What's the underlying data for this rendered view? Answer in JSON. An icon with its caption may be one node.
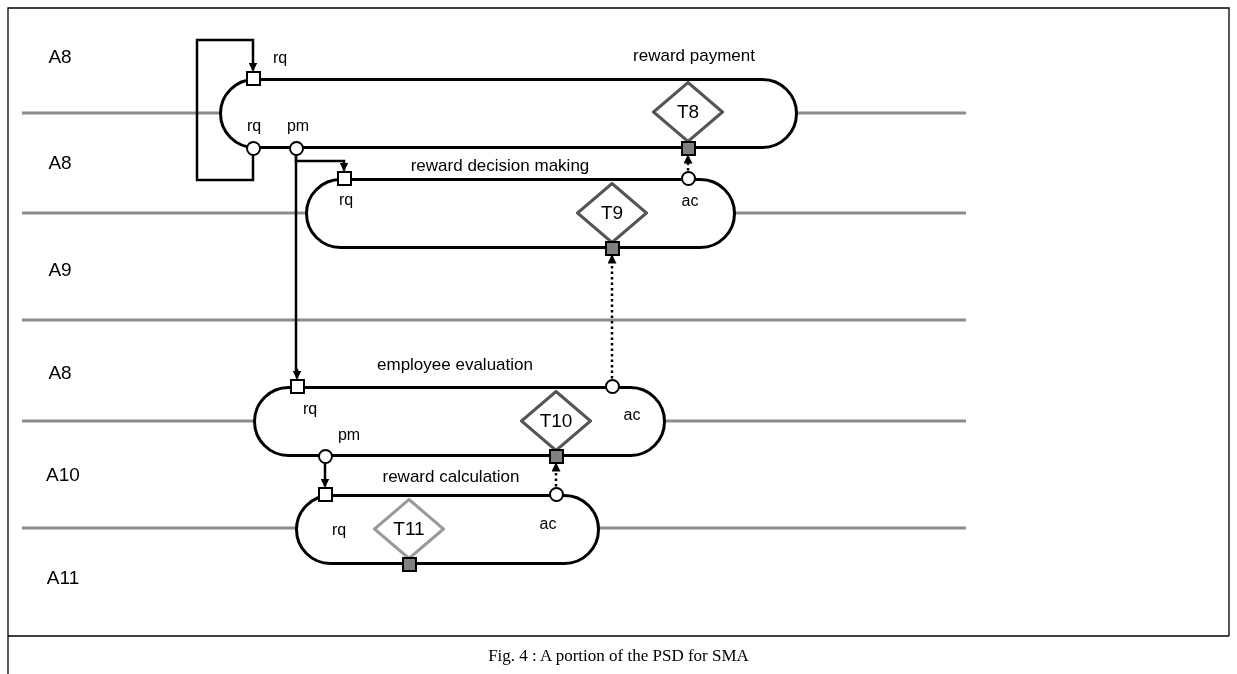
{
  "diagram": {
    "caption": "Fig. 4 : A portion of the PSD for SMA",
    "nodes": [
      {
        "text": [
          "reward payment"
        ]
      },
      {
        "text": [
          "T8"
        ],
        "in": 0
      },
      {
        "text": [],
        "shape": "box",
        "beside": [
          "rq"
        ]
      },
      {
        "text": [],
        "shape": "circle",
        "beside": [
          "rq"
        ]
      },
      {
        "text": [],
        "shape": "circle",
        "beside": [
          "pm"
        ]
      },
      {
        "text": [],
        "shape": "box"
      },
      {
        "text": [
          "reward decision making"
        ]
      },
      {
        "text": [],
        "shape": "box",
        "beside": [
          "rq"
        ]
      },
      {
        "text": [
          "T9"
        ],
        "in": 6
      },
      {
        "text": [],
        "shape": "box"
      },
      {
        "text": [],
        "shape": "circle",
        "beside": [
          "ac"
        ]
      },
      {
        "text": [
          "employee evaluation"
        ]
      },
      {
        "text": [],
        "shape": "box",
        "beside": [
          "rq"
        ]
      },
      {
        "text": [
          "T10"
        ],
        "in": 11
      },
      {
        "text": [],
        "shape": "box"
      },
      {
        "text": [],
        "shape": "circle",
        "beside": [
          "ac"
        ]
      },
      {
        "text": [],
        "shape": "circle",
        "beside": [
          "pm"
        ]
      },
      {
        "text": [
          "reward calculation"
        ]
      },
      {
        "text": [],
        "shape": "box",
        "beside": [
          "rq"
        ]
      },
      {
        "text": [
          "T11"
        ],
        "in": 17
      },
      {
        "text": [],
        "shape": "box"
      },
      {
        "text": [],
        "shape": "circle",
        "beside": [
          "ac"
        ]
      }
    ],
    "edges": [
      {
        "from": 3,
        "to": 2,
        "arrow": "to"
      },
      {
        "from": 4,
        "to": 7,
        "arrow": "to"
      },
      {
        "from": 4,
        "to": 12,
        "arrow": "to"
      },
      {
        "from": 10,
        "to": 5,
        "arrow": "to",
        "style": "dashed"
      },
      {
        "from": 15,
        "to": 9,
        "arrow": "to",
        "style": "dashed"
      },
      {
        "from": 16,
        "to": 18,
        "arrow": "to"
      },
      {
        "from": 21,
        "to": 14,
        "arrow": "to",
        "style": "dashed"
      }
    ],
    "labels": [
      "A8",
      "A8",
      "A9",
      "A8",
      "A10",
      "A11"
    ]
  }
}
